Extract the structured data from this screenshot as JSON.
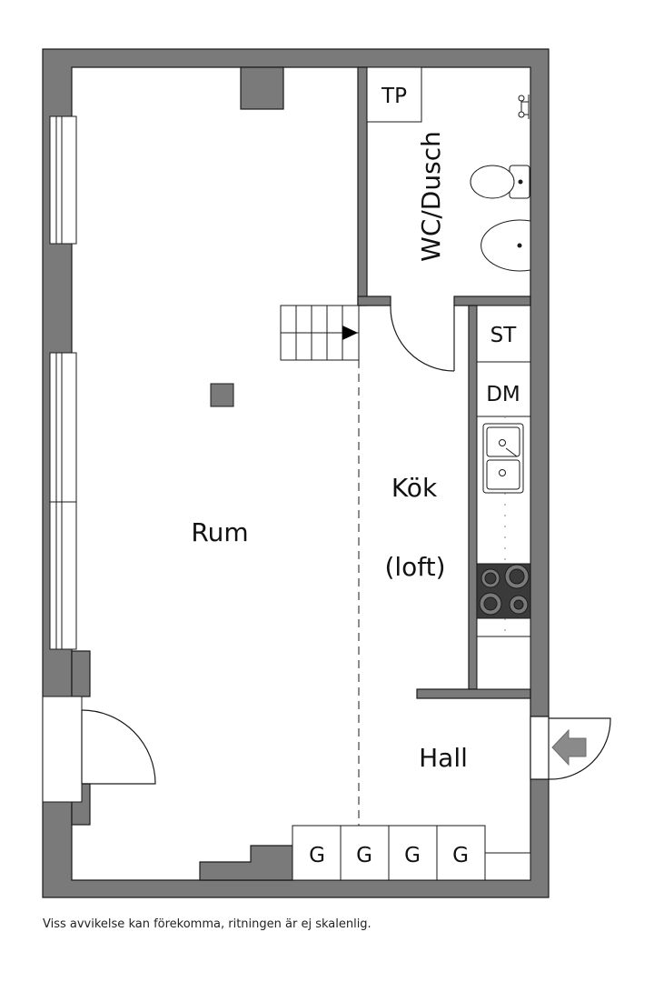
{
  "rooms": {
    "rum": "Rum",
    "kok": "Kök",
    "kok_sub": "(loft)",
    "wc": "WC/Dusch",
    "hall": "Hall"
  },
  "fixtures": {
    "tp": "TP",
    "st": "ST",
    "dm": "DM",
    "garderob": [
      "G",
      "G",
      "G",
      "G"
    ]
  },
  "disclaimer": "Viss avvikelse kan förekomma, ritningen är ej skalenlig.",
  "colors": {
    "wall": "#7a7a7a",
    "wall_stroke": "#1a1a1a",
    "stove": "#3a3a3a"
  },
  "icons": {
    "entrance": "entrance-arrow-icon",
    "stair": "stair-direction-arrow-icon"
  }
}
